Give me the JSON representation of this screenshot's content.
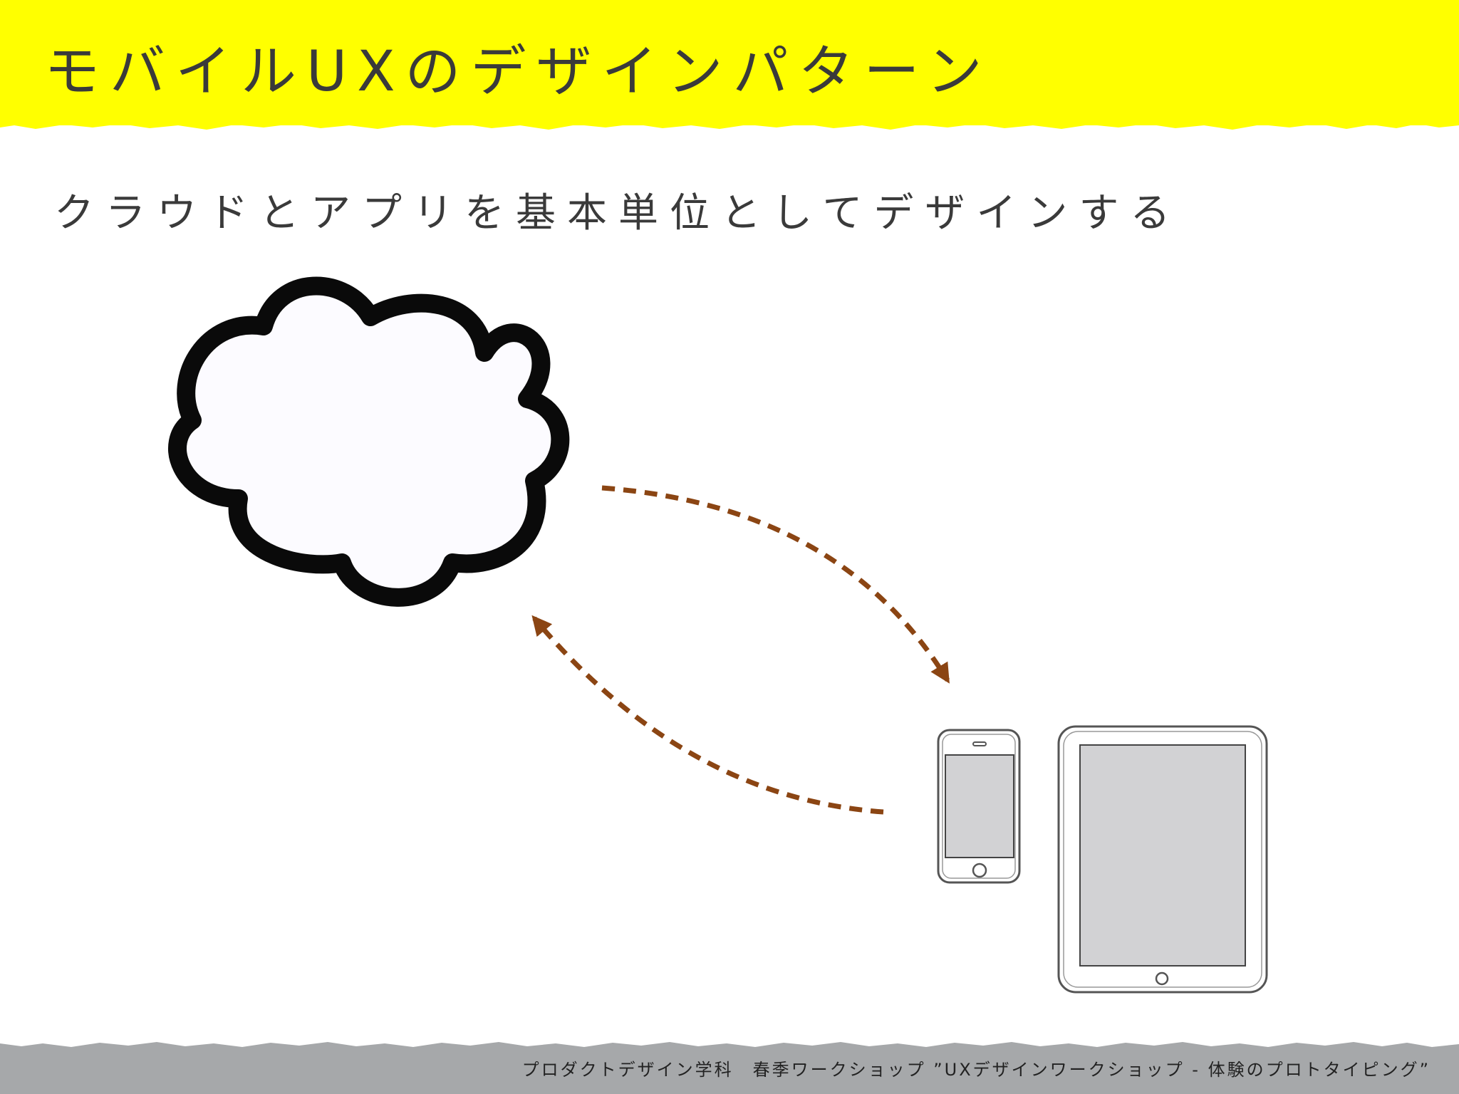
{
  "slide": {
    "title": "モバイルUXのデザインパターン",
    "subtitle": "クラウドとアプリを基本単位としてデザインする",
    "footer": "プロダクトデザイン学科　春季ワークショップ ”UXデザインワークショップ - 体験のプロトタイピング”"
  },
  "diagram": {
    "nodes": [
      "cloud-icon",
      "smartphone-icon",
      "tablet-icon"
    ],
    "arrows": [
      {
        "from": "cloud-icon",
        "to": "smartphone-icon",
        "style": "dashed"
      },
      {
        "from": "smartphone-icon",
        "to": "cloud-icon",
        "style": "dashed"
      }
    ]
  },
  "colors": {
    "header_band": "#ffff00",
    "footer_band": "#a6a8aa",
    "arrow": "#8b4513",
    "text": "#3a3a3a"
  }
}
